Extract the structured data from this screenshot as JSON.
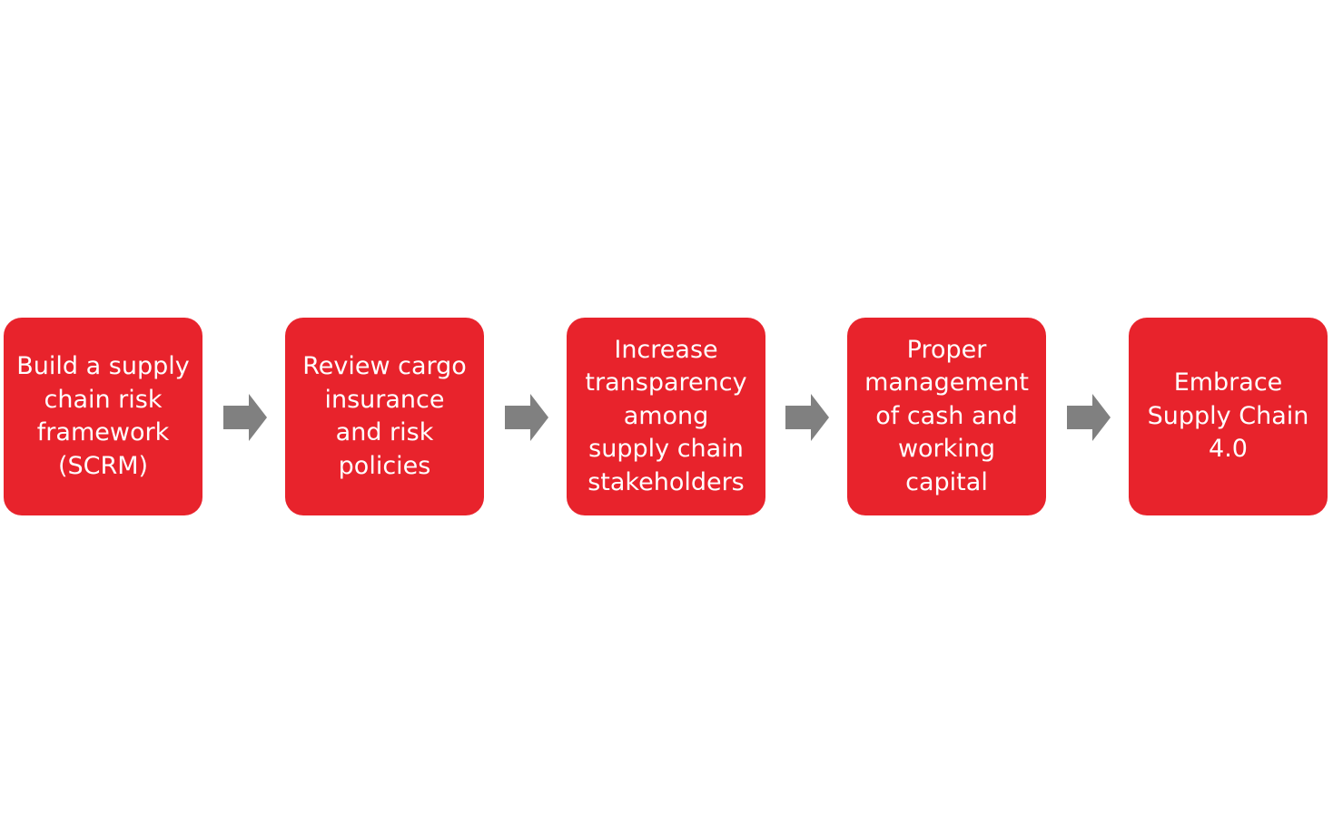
{
  "colors": {
    "box_fill": "#E8232C",
    "box_text": "#FFFFFF",
    "arrow_fill": "#808080",
    "background": "#FFFFFF"
  },
  "icons": {
    "connector": "right-arrow-icon"
  },
  "steps": [
    {
      "label": "Build a supply\nchain risk\nframework\n(SCRM)"
    },
    {
      "label": "Review cargo\ninsurance\nand risk\npolicies"
    },
    {
      "label": "Increase\ntransparency\namong\nsupply chain\nstakeholders"
    },
    {
      "label": "Proper\nmanagement\nof cash and\nworking\ncapital"
    },
    {
      "label": "Embrace\nSupply Chain\n4.0"
    }
  ]
}
